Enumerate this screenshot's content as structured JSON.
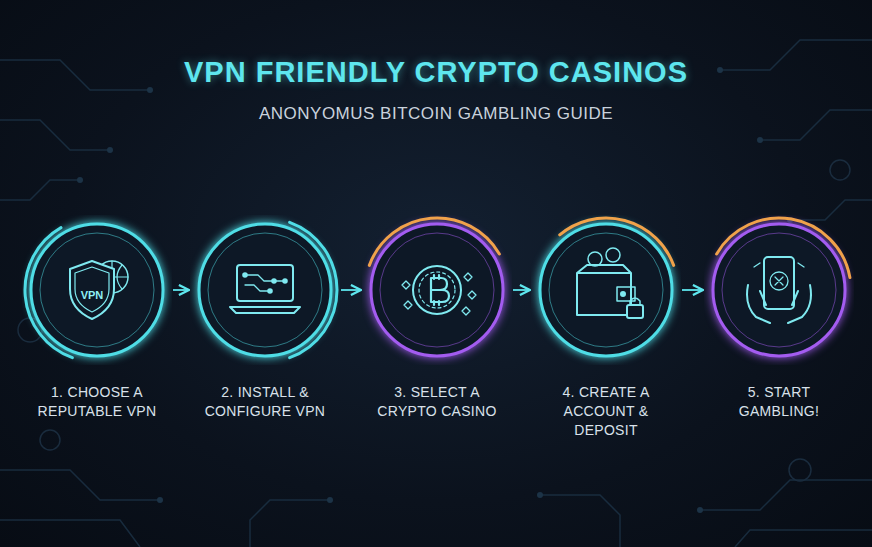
{
  "diagram": {
    "title": "VPN FRIENDLY CRYPTO CASINOS",
    "nodes": [
      {
        "text": [
          "1. CHOOSE A REPUTABLE VPN"
        ]
      },
      {
        "text": [
          "2. INSTALL & CONFIGURE VPN"
        ]
      },
      {
        "text": [
          "3. SELECT A CRYPTO CASINO"
        ]
      },
      {
        "text": [
          "4. CREATE A ACCOUNT & DEPOSIT"
        ]
      },
      {
        "text": [
          "5. START GAMBLING!"
        ]
      }
    ],
    "edges": [
      {
        "from": 0,
        "to": 1,
        "arrow": "to"
      },
      {
        "from": 1,
        "to": 2,
        "arrow": "to"
      },
      {
        "from": 2,
        "to": 3,
        "arrow": "to"
      },
      {
        "from": 3,
        "to": 4,
        "arrow": "to"
      }
    ],
    "labels": [
      "ANONYOMUS BITCOIN GAMBLING GUIDE",
      "VPN"
    ]
  }
}
